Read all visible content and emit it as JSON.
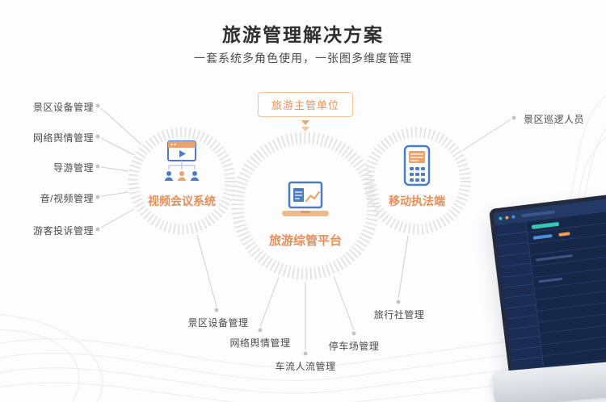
{
  "header": {
    "title": "旅游管理解决方案",
    "subtitle": "一套系统多角色使用，一张图多维度管理"
  },
  "diagram": {
    "top_box": "旅游主管单位",
    "circle_left_label": "视频会议系统",
    "circle_center_label": "旅游综管平台",
    "circle_right_label": "移动执法端",
    "left_labels": [
      "景区设备管理",
      "网络舆情管理",
      "导游管理",
      "音/视频管理",
      "游客投诉管理"
    ],
    "right_label": "景区巡逻人员",
    "bottom_labels": [
      "景区设备管理",
      "网络舆情管理",
      "车流人流管理",
      "停车场管理",
      "旅行社管理"
    ],
    "icons": [
      "video-conference-icon",
      "laptop-chart-icon",
      "mobile-enforcement-icon"
    ]
  },
  "colors": {
    "accent_orange": "#E6945E",
    "icon_blue": "#4A7CC7",
    "title_text": "#2F2F2F",
    "label_text": "#4A4A4A",
    "connector_gray": "#CFCFCF",
    "ring_gray": "#E3E3E3",
    "dashboard_bg": "#182747"
  }
}
